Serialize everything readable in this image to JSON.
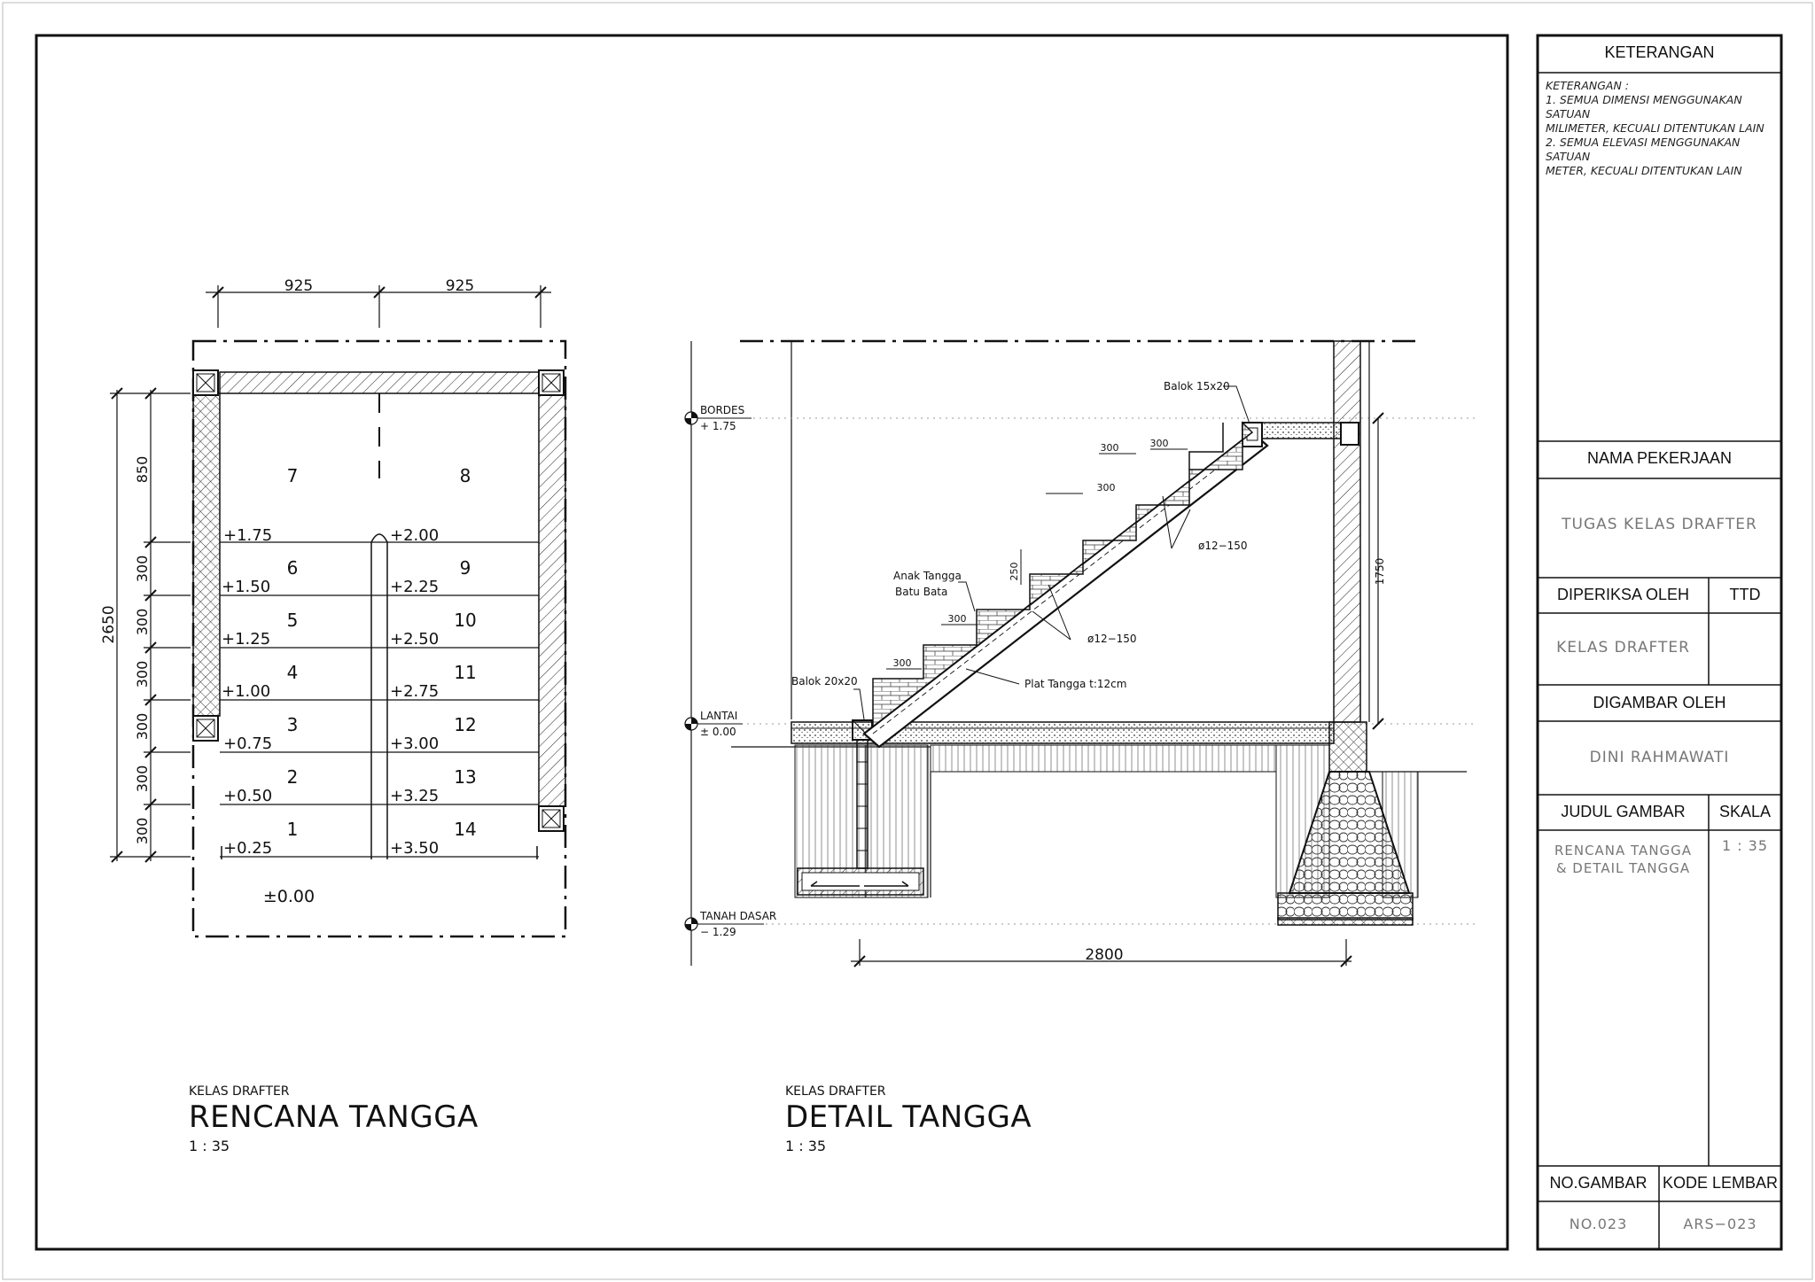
{
  "plan": {
    "dims_top": [
      "925",
      "925"
    ],
    "dims_left": [
      "850",
      "300",
      "300",
      "300",
      "300",
      "300",
      "300"
    ],
    "dim_total": "2650",
    "steps_left": [
      {
        "num": "7",
        "elev": "+1.75"
      },
      {
        "num": "6",
        "elev": "+1.50"
      },
      {
        "num": "5",
        "elev": "+1.25"
      },
      {
        "num": "4",
        "elev": "+1.00"
      },
      {
        "num": "3",
        "elev": "+0.75"
      },
      {
        "num": "2",
        "elev": "+0.50"
      },
      {
        "num": "1",
        "elev": "+0.25"
      }
    ],
    "steps_right": [
      {
        "num": "8",
        "elev": "+2.00"
      },
      {
        "num": "9",
        "elev": "+2.25"
      },
      {
        "num": "10",
        "elev": "+2.50"
      },
      {
        "num": "11",
        "elev": "+2.75"
      },
      {
        "num": "12",
        "elev": "+3.00"
      },
      {
        "num": "13",
        "elev": "+3.25"
      },
      {
        "num": "14",
        "elev": "+3.50"
      }
    ],
    "base_elev": "±0.00",
    "caption_small": "KELAS DRAFTER",
    "caption_title": "RENCANA TANGGA",
    "caption_scale": "1 : 35"
  },
  "section": {
    "levels": [
      {
        "name": "BORDES",
        "value": "+ 1.75"
      },
      {
        "name": "LANTAI",
        "value": "± 0.00"
      },
      {
        "name": "TANAH DASAR",
        "value": "− 1.29"
      }
    ],
    "labels": {
      "balok_top": "Balok 15x20",
      "balok_bottom": "Balok 20x20",
      "anak_tangga_1": "Anak Tangga",
      "anak_tangga_2": "Batu Bata",
      "rebar_1": "ø12−150",
      "rebar_2": "ø12−150",
      "plat": "Plat Tangga t:12cm",
      "tread_dims": [
        "300",
        "300",
        "300",
        "300",
        "300"
      ],
      "riser_dim": "250",
      "height_dim": "1750",
      "span_dim": "2800"
    },
    "caption_small": "KELAS DRAFTER",
    "caption_title": "DETAIL TANGGA",
    "caption_scale": "1 : 35"
  },
  "titleblock": {
    "keterangan_head": "KETERANGAN",
    "keterangan_lines": [
      "KETERANGAN :",
      "1. SEMUA DIMENSI MENGGUNAKAN SATUAN",
      "MILIMETER, KECUALI DITENTUKAN LAIN",
      "2. SEMUA ELEVASI MENGGUNAKAN SATUAN",
      "METER, KECUALI DITENTUKAN LAIN"
    ],
    "nama_pekerjaan_head": "NAMA PEKERJAAN",
    "nama_pekerjaan_value": "TUGAS KELAS DRAFTER",
    "diperiksa_head": "DIPERIKSA OLEH",
    "ttd_head": "TTD",
    "diperiksa_value": "KELAS DRAFTER",
    "digambar_head": "DIGAMBAR OLEH",
    "digambar_value": "DINI RAHMAWATI",
    "judul_head": "JUDUL GAMBAR",
    "skala_head": "SKALA",
    "judul_value_1": "RENCANA TANGGA",
    "judul_value_2": "& DETAIL TANGGA",
    "skala_value": "1 : 35",
    "no_gambar_head": "NO.GAMBAR",
    "kode_head": "KODE LEMBAR",
    "no_gambar_value": "NO.023",
    "kode_value": "ARS−023"
  }
}
